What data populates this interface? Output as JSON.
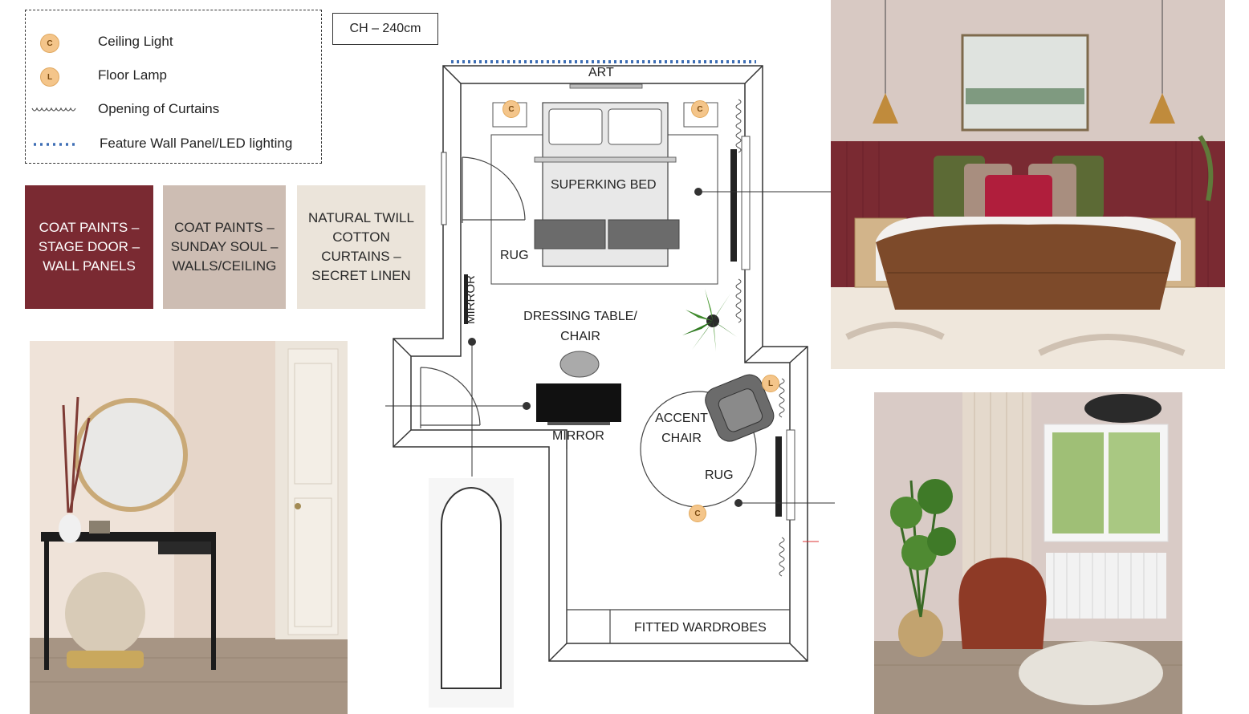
{
  "legend": {
    "items": [
      {
        "symbol": "ceiling-light-badge",
        "badge": "C",
        "label": "Ceiling Light"
      },
      {
        "symbol": "floor-lamp-badge",
        "badge": "L",
        "label": "Floor Lamp"
      },
      {
        "symbol": "curtain-wave",
        "label": "Opening of Curtains"
      },
      {
        "symbol": "dotted-line",
        "label": "Feature Wall Panel/LED lighting"
      }
    ]
  },
  "ceiling_height": "CH – 240cm",
  "swatches": [
    {
      "text": "COAT PAINTS – STAGE DOOR – WALL PANELS",
      "bg": "#7a2a32",
      "fg": "#ffffff"
    },
    {
      "text": "COAT PAINTS – SUNDAY SOUL – WALLS/CEILING",
      "bg": "#cdbdb3",
      "fg": "#2a2a2a"
    },
    {
      "text": "NATURAL TWILL COTTON CURTAINS – SECRET LINEN",
      "bg": "#ebe4da",
      "fg": "#2a2a2a"
    }
  ],
  "plan": {
    "art_label": "ART",
    "bed_label": "SUPERKING BED",
    "rug_label_1": "RUG",
    "mirror_vertical": "MIRROR",
    "dressing_label": "DRESSING TABLE/ CHAIR",
    "mirror_bottom": "MIRROR",
    "accent_label": "ACCENT CHAIR",
    "rug_label_2": "RUG",
    "wardrobes_label": "FITTED WARDROBES",
    "ceiling_badge": "C",
    "lamp_badge": "L"
  },
  "colors": {
    "wall_panel": "#7a2a32",
    "wall_paint": "#cdbdb3",
    "curtain": "#ebe4da",
    "badge": "#f4c58a",
    "led": "#3f6fb5"
  }
}
